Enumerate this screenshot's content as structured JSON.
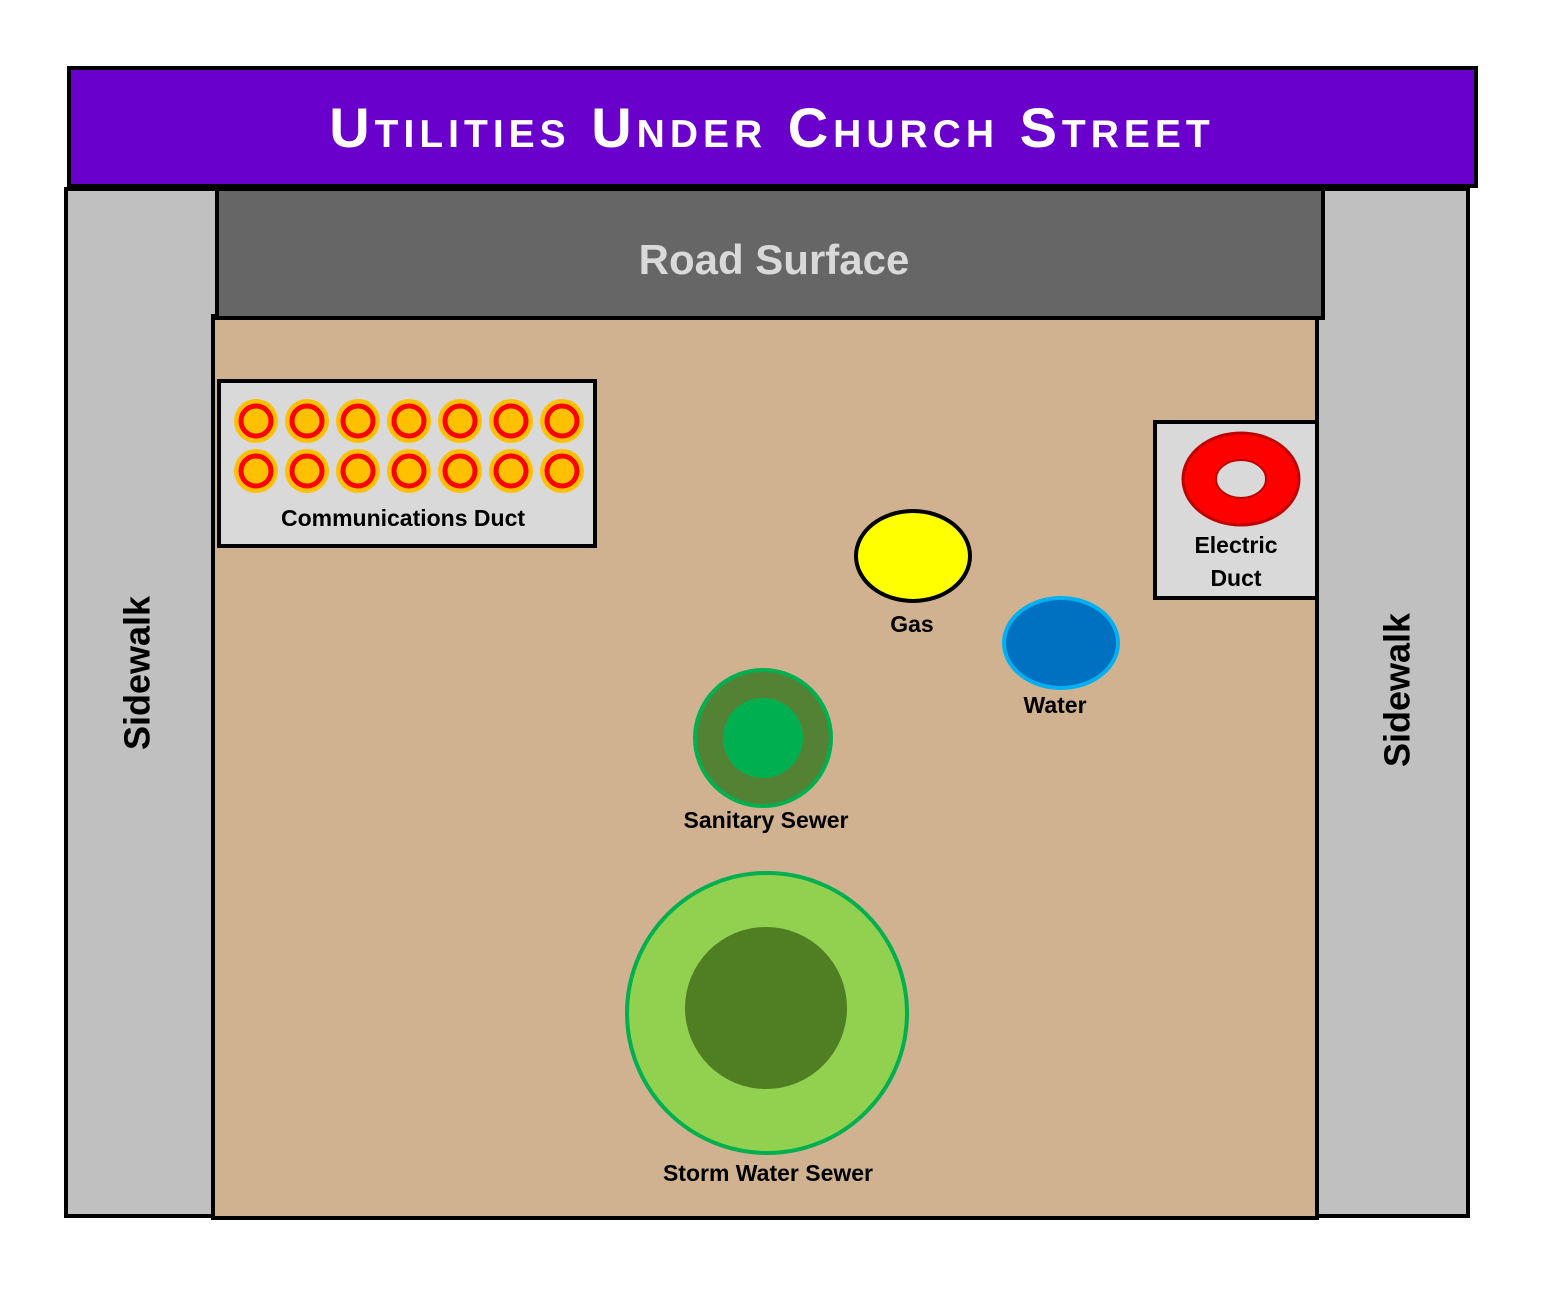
{
  "title": {
    "text": "Utilities Under Church Street"
  },
  "road": {
    "label": "Road Surface"
  },
  "sidewalks": {
    "left_label": "Sidewalk",
    "right_label": "Sidewalk"
  },
  "utilities": {
    "communications": {
      "label": "Communications Duct",
      "conduit_rows": 2,
      "conduits_per_row": 7
    },
    "electric": {
      "label_line1": "Electric",
      "label_line2": "Duct"
    },
    "gas": {
      "label": "Gas"
    },
    "water": {
      "label": "Water"
    },
    "sanitary": {
      "label": "Sanitary Sewer"
    },
    "storm": {
      "label": "Storm Water Sewer"
    }
  },
  "colors": {
    "title_bar": "#6a00cc",
    "road": "#666666",
    "sidewalk": "#c0c0c0",
    "soil": "#d0b290",
    "duct_box": "#d9d9d9",
    "comm_ring_outer": "#ffc000",
    "comm_ring_inner": "#ff0000",
    "electric": "#ff0000",
    "gas": "#ffff00",
    "water": "#0070c0",
    "water_stroke": "#00b0f0",
    "sanitary_outer": "#548235",
    "sanitary_inner": "#00b050",
    "storm_outer": "#92d050",
    "storm_inner": "#507e23",
    "sewer_stroke": "#00b050"
  }
}
